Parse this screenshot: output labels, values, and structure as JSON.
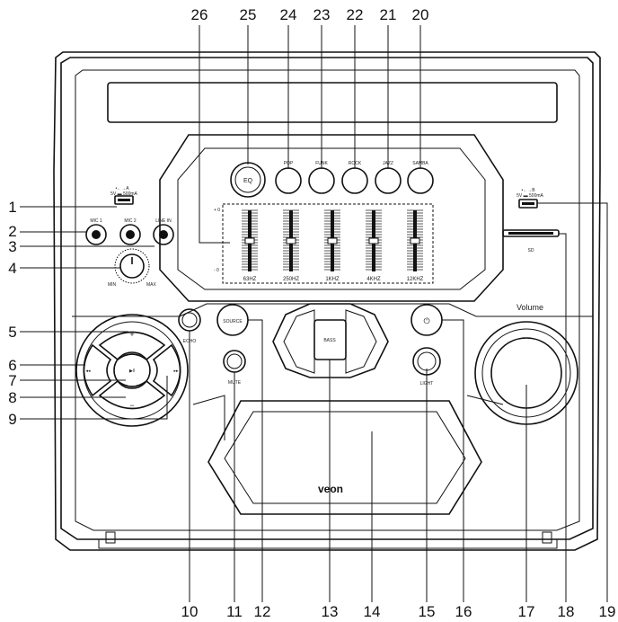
{
  "callouts": {
    "c1": "1",
    "c2": "2",
    "c3": "3",
    "c4": "4",
    "c5": "5",
    "c6": "6",
    "c7": "7",
    "c8": "8",
    "c9": "9",
    "c10": "10",
    "c11": "11",
    "c12": "12",
    "c13": "13",
    "c14": "14",
    "c15": "15",
    "c16": "16",
    "c17": "17",
    "c18": "18",
    "c19": "19",
    "c20": "20",
    "c21": "21",
    "c22": "22",
    "c23": "23",
    "c24": "24",
    "c25": "25",
    "c26": "26"
  },
  "panel_labels": {
    "usb_a": "•←→A",
    "usb_b": "•←→B",
    "usb_spec": "5V ▬ 500mA",
    "mic1": "MIC 1",
    "mic2": "MIC 2",
    "line_in": "LINE IN",
    "min": "MIN",
    "max": "MAX",
    "echo": "ECHO",
    "mute": "MUTE",
    "source": "SOURCE",
    "bass": "BASS",
    "light": "LIGHT",
    "sd": "SD",
    "volume": "Volume",
    "brand": "veon",
    "eq": "EQ",
    "pop": "POP",
    "funk": "FUNK",
    "rock": "ROCK",
    "jazz": "JAZZ",
    "samba": "SAMBA",
    "plus_db": "+ 0",
    "minus_db": "- 0",
    "plus": "+",
    "minus": "−",
    "power": "⏻",
    "play": "▶‖",
    "prev": "◂◂",
    "next": "▸▸"
  },
  "eq_bands": [
    "63HZ",
    "250HZ",
    "1KHZ",
    "4KHZ",
    "12KHZ"
  ]
}
